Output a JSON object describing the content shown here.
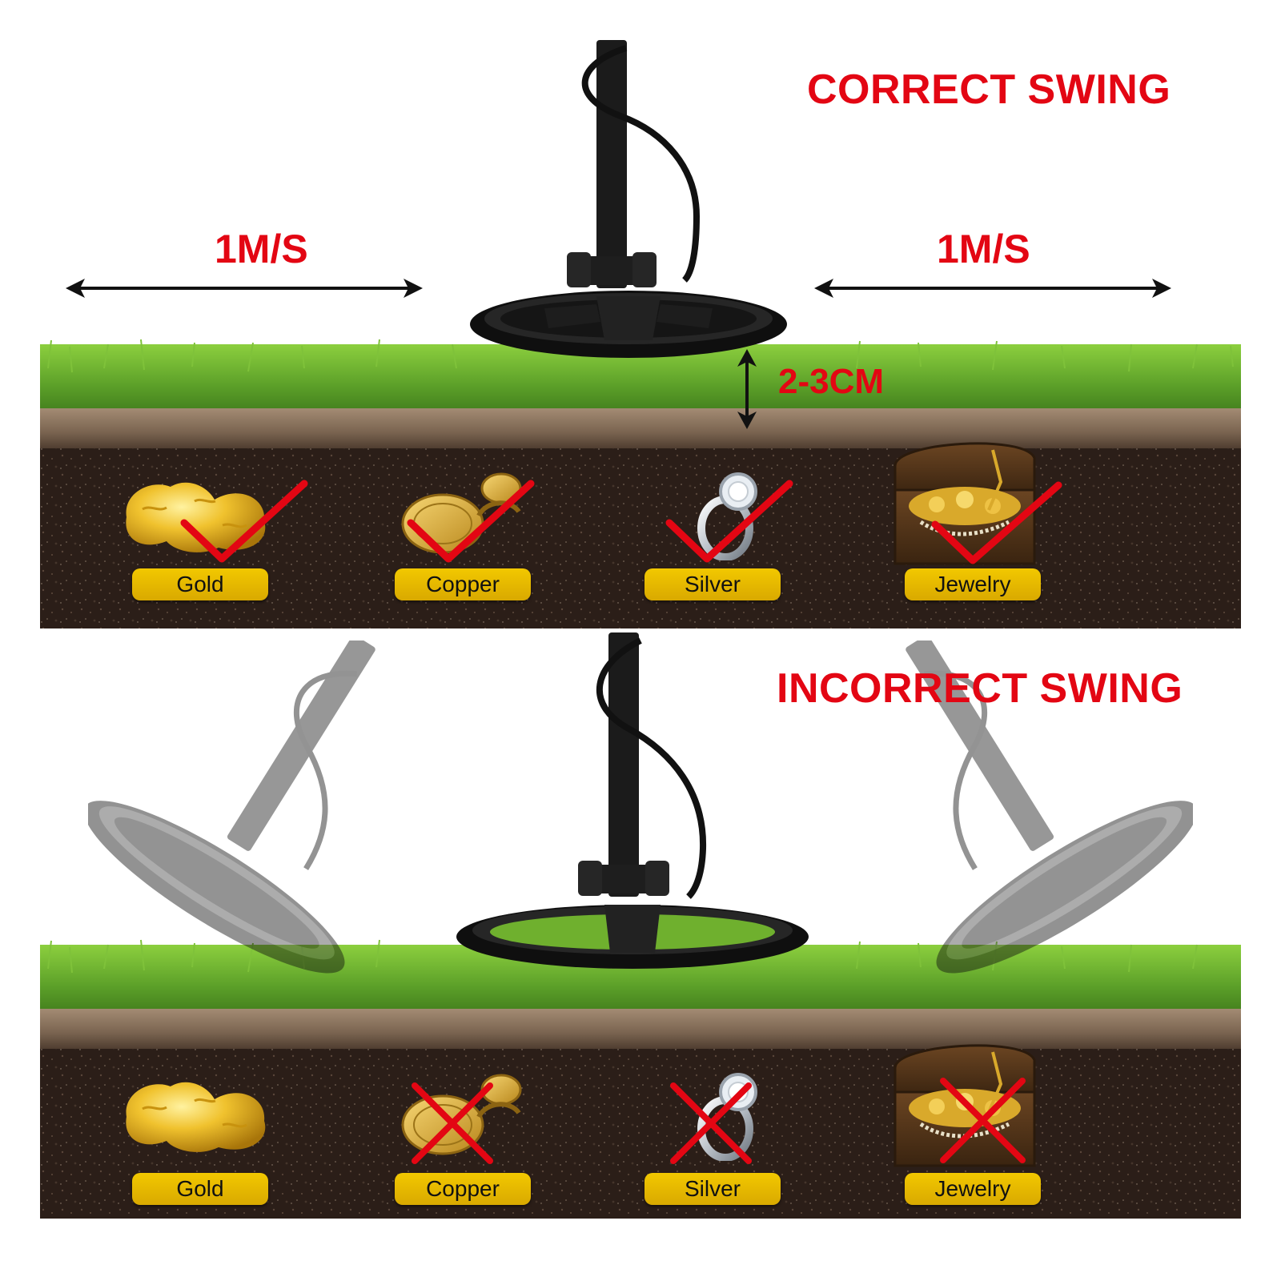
{
  "correct": {
    "heading": "CORRECT SWING",
    "speed_left": "1M/S",
    "speed_right": "1M/S",
    "height": "2-3CM",
    "items": [
      {
        "label": "Gold",
        "result": "check"
      },
      {
        "label": "Copper",
        "result": "check"
      },
      {
        "label": "Silver",
        "result": "check"
      },
      {
        "label": "Jewelry",
        "result": "check"
      }
    ]
  },
  "incorrect": {
    "heading": "INCORRECT SWING",
    "items": [
      {
        "label": "Gold",
        "result": "none"
      },
      {
        "label": "Copper",
        "result": "cross"
      },
      {
        "label": "Silver",
        "result": "cross"
      },
      {
        "label": "Jewelry",
        "result": "cross"
      }
    ]
  },
  "colors": {
    "accent_red": "#e30613",
    "label_gold": "#f2c800",
    "grass": "#5fa52a",
    "soil": "#2a1d17"
  }
}
